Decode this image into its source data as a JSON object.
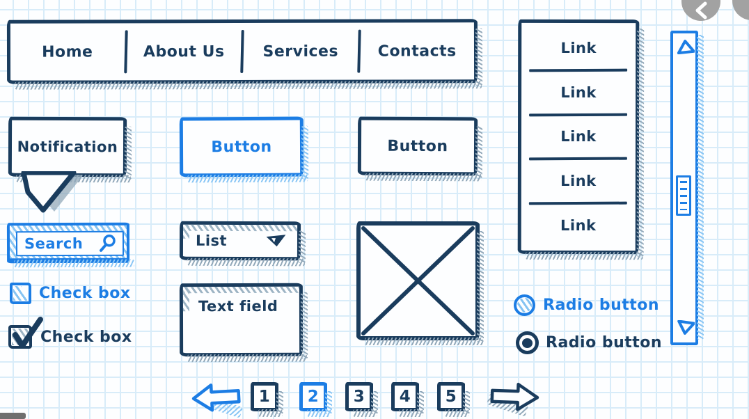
{
  "palette": {
    "navy": "#1A3C5D",
    "blue": "#1C7DE4",
    "light_blue_hatch": "#85C3F2",
    "gray_hatch": "#93A9BA",
    "paper": "#FDFEFF",
    "grid_line": "#D8ECF9",
    "overlay_gray": "#A2A2A2"
  },
  "navbar": {
    "items": [
      {
        "label": "Home"
      },
      {
        "label": "About Us"
      },
      {
        "label": "Services"
      },
      {
        "label": "Contacts"
      }
    ]
  },
  "notification": {
    "label": "Notification",
    "icon": "speech-bubble"
  },
  "buttons": {
    "primary": {
      "label": "Button",
      "color": "blue"
    },
    "secondary": {
      "label": "Button",
      "color": "navy"
    }
  },
  "search": {
    "label": "Search",
    "icon": "magnifier-icon"
  },
  "dropdown": {
    "label": "List",
    "icon": "triangle-down-icon"
  },
  "text_field": {
    "label": "Text field"
  },
  "image_placeholder": {
    "icon": "x-cross-icon"
  },
  "checkboxes": [
    {
      "label": "Check box",
      "checked": false,
      "color": "blue"
    },
    {
      "label": "Check box",
      "checked": true,
      "color": "navy",
      "icon": "check-icon"
    }
  ],
  "link_list": {
    "items": [
      {
        "label": "Link"
      },
      {
        "label": "Link"
      },
      {
        "label": "Link"
      },
      {
        "label": "Link"
      },
      {
        "label": "Link"
      }
    ]
  },
  "radios": [
    {
      "label": "Radio button",
      "selected": false,
      "color": "blue"
    },
    {
      "label": "Radio button",
      "selected": true,
      "color": "navy"
    }
  ],
  "scrollbar": {
    "up_icon": "triangle-up-icon",
    "down_icon": "triangle-down-icon",
    "thumb_icon": "grip-lines-icon"
  },
  "pagination": {
    "prev_icon": "arrow-left-icon",
    "next_icon": "arrow-right-icon",
    "active_page": "2",
    "pages": [
      {
        "label": "1",
        "active": false
      },
      {
        "label": "2",
        "active": true
      },
      {
        "label": "3",
        "active": false
      },
      {
        "label": "4",
        "active": false
      },
      {
        "label": "5",
        "active": false
      }
    ]
  },
  "viewer_overlay": {
    "prev_icon": "chevron-left-icon"
  }
}
